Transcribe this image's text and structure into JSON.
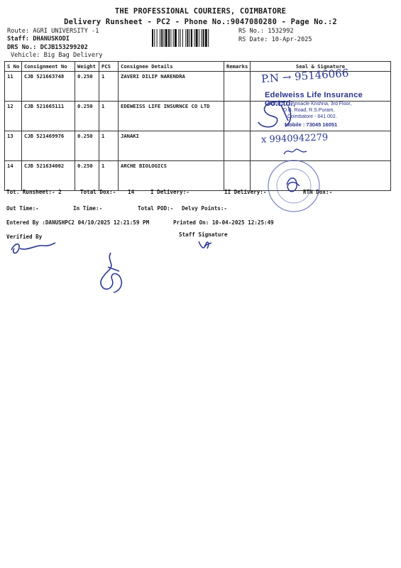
{
  "header": {
    "company": "THE PROFESSIONAL COURIERS, COIMBATORE",
    "subtitle": "Delivery Runsheet - PC2 - Phone No.:9047080280 - Page No.:2",
    "route_label": "Route:",
    "route_value": "AGRI UNIVERSITY -1",
    "staff_label": "Staff:",
    "staff_value": "DHANUSKODI",
    "drs_label": "DRS No.:",
    "drs_value": "DCJB153299202",
    "vehicle_label": "Vehicle:",
    "vehicle_value": "Big Bag Delivery",
    "rs_no_label": "RS No.:",
    "rs_no_value": "1532992",
    "rs_date_label": "RS Date:",
    "rs_date_value": "10-Apr-2025"
  },
  "table": {
    "columns": [
      "S No",
      "Consignment No",
      "Weight",
      "PCS",
      "Consignee Details",
      "Remarks",
      "Seal & Signature"
    ],
    "rows": [
      {
        "sno": "11",
        "cons": "CJB 521663748",
        "weight": "0.250",
        "pcs": "1",
        "consignee": "ZAVERI DILIP NARENDRA"
      },
      {
        "sno": "12",
        "cons": "CJB 521665111",
        "weight": "0.250",
        "pcs": "1",
        "consignee": "EDEWEISS LIFE INSURNCE CO LTD"
      },
      {
        "sno": "13",
        "cons": "CJB 521469976",
        "weight": "0.250",
        "pcs": "1",
        "consignee": "JANAKI"
      },
      {
        "sno": "14",
        "cons": "CJB 521634002",
        "weight": "0.250",
        "pcs": "1",
        "consignee": "ARCHE BIOLOGICS"
      }
    ]
  },
  "summary": {
    "tot_runsheet": "Tot. Runsheet:- 2",
    "total_dox_label": "Total Dox:-",
    "total_dox_value": "14",
    "i_delivery": "I Delivery:-",
    "ii_delivery": "II Delivery:-",
    "rtn_dox": "RTN Dox:-",
    "out_time": "Out Time:-",
    "in_time": "In Time:-",
    "total_pod": "Total POD:-",
    "delvy_points": "Delvy Points:-",
    "entered_by": "Entered By :DANUSHPC2 04/10/2025 12:21:59 PM",
    "printed_on": "Printed On: 10-04-2025 12:25:49",
    "verified_by": "Verified By",
    "staff_signature": "Staff Signature"
  },
  "stamp": {
    "line1": "Edelweiss Life Insurance Co.Ltd.,",
    "line2": "No.581/1, Pinnacle Krishna, 3rd Floor,",
    "line3": "D.B. Road, R.S.Puram,",
    "line4": "Coimbatore - 641 002.",
    "line5": "Mobile : 73045 16051"
  },
  "handwriting": {
    "row11": "P.N → 95146066",
    "row13": "x 9940942279"
  },
  "ink_color": "#2b3794"
}
